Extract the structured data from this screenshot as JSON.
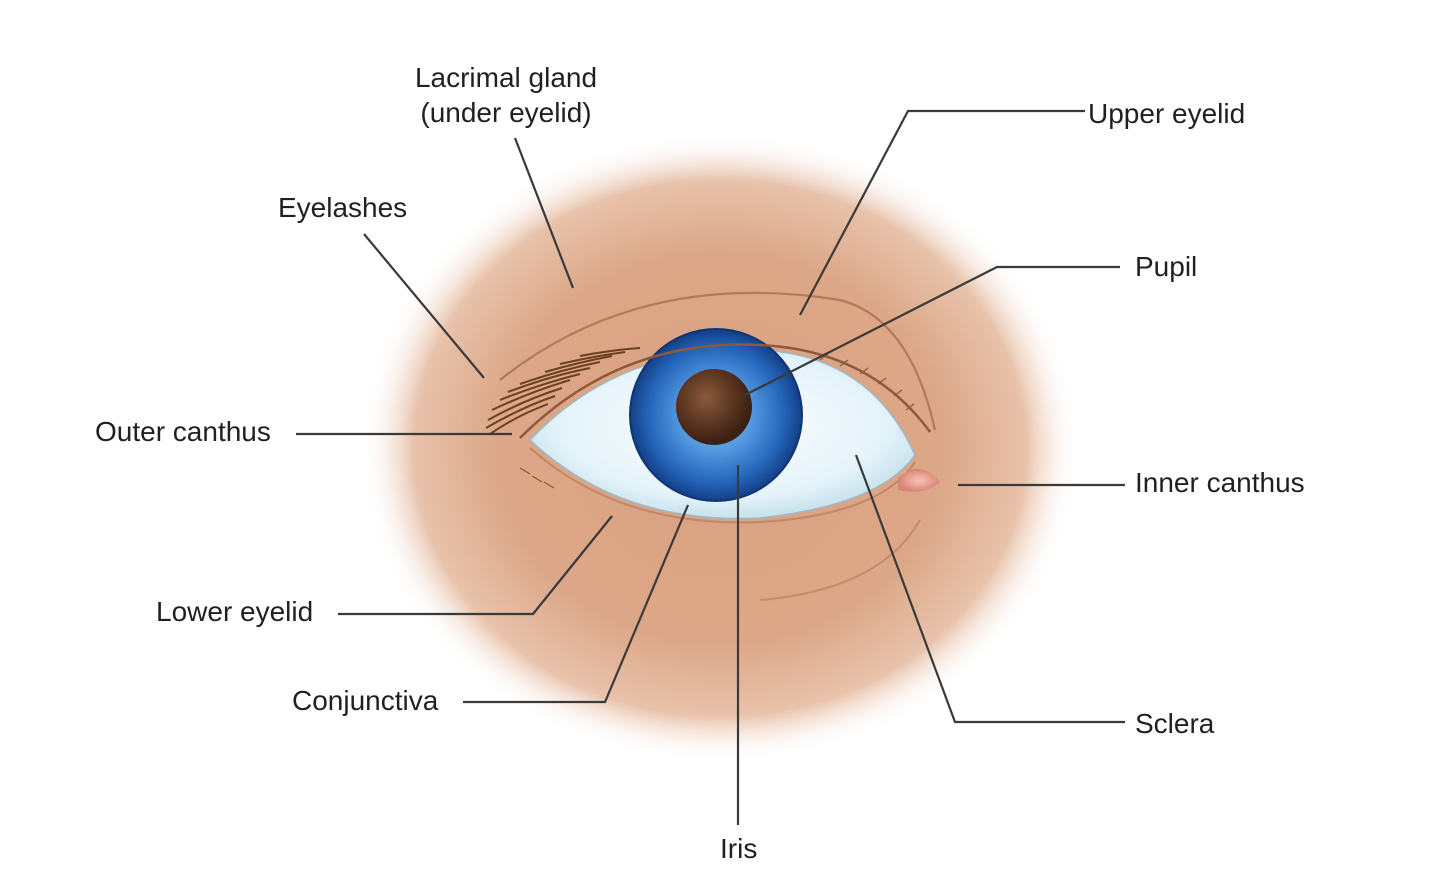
{
  "labels": {
    "lacrimal_gland_line1": "Lacrimal gland",
    "lacrimal_gland_line2": "(under eyelid)",
    "upper_eyelid": "Upper eyelid",
    "eyelashes": "Eyelashes",
    "pupil": "Pupil",
    "outer_canthus": "Outer canthus",
    "inner_canthus": "Inner canthus",
    "lower_eyelid": "Lower eyelid",
    "conjunctiva": "Conjunctiva",
    "sclera": "Sclera",
    "iris": "Iris"
  },
  "colors": {
    "background": "#ffffff",
    "skin": "#dca788",
    "skin_edge": "#f3dccd",
    "eyelid_line": "#b57a55",
    "eyelashes": "#6b3f22",
    "sclera": "#eaf6fb",
    "iris_outer": "#1d54a8",
    "iris_inner": "#5fa3e6",
    "pupil": "#5a3520",
    "caruncle": "#e39a8d",
    "leader_line": "#3a3a3a",
    "label_text": "#231f20"
  },
  "icons": {
    "eye": "eye-illustration"
  }
}
